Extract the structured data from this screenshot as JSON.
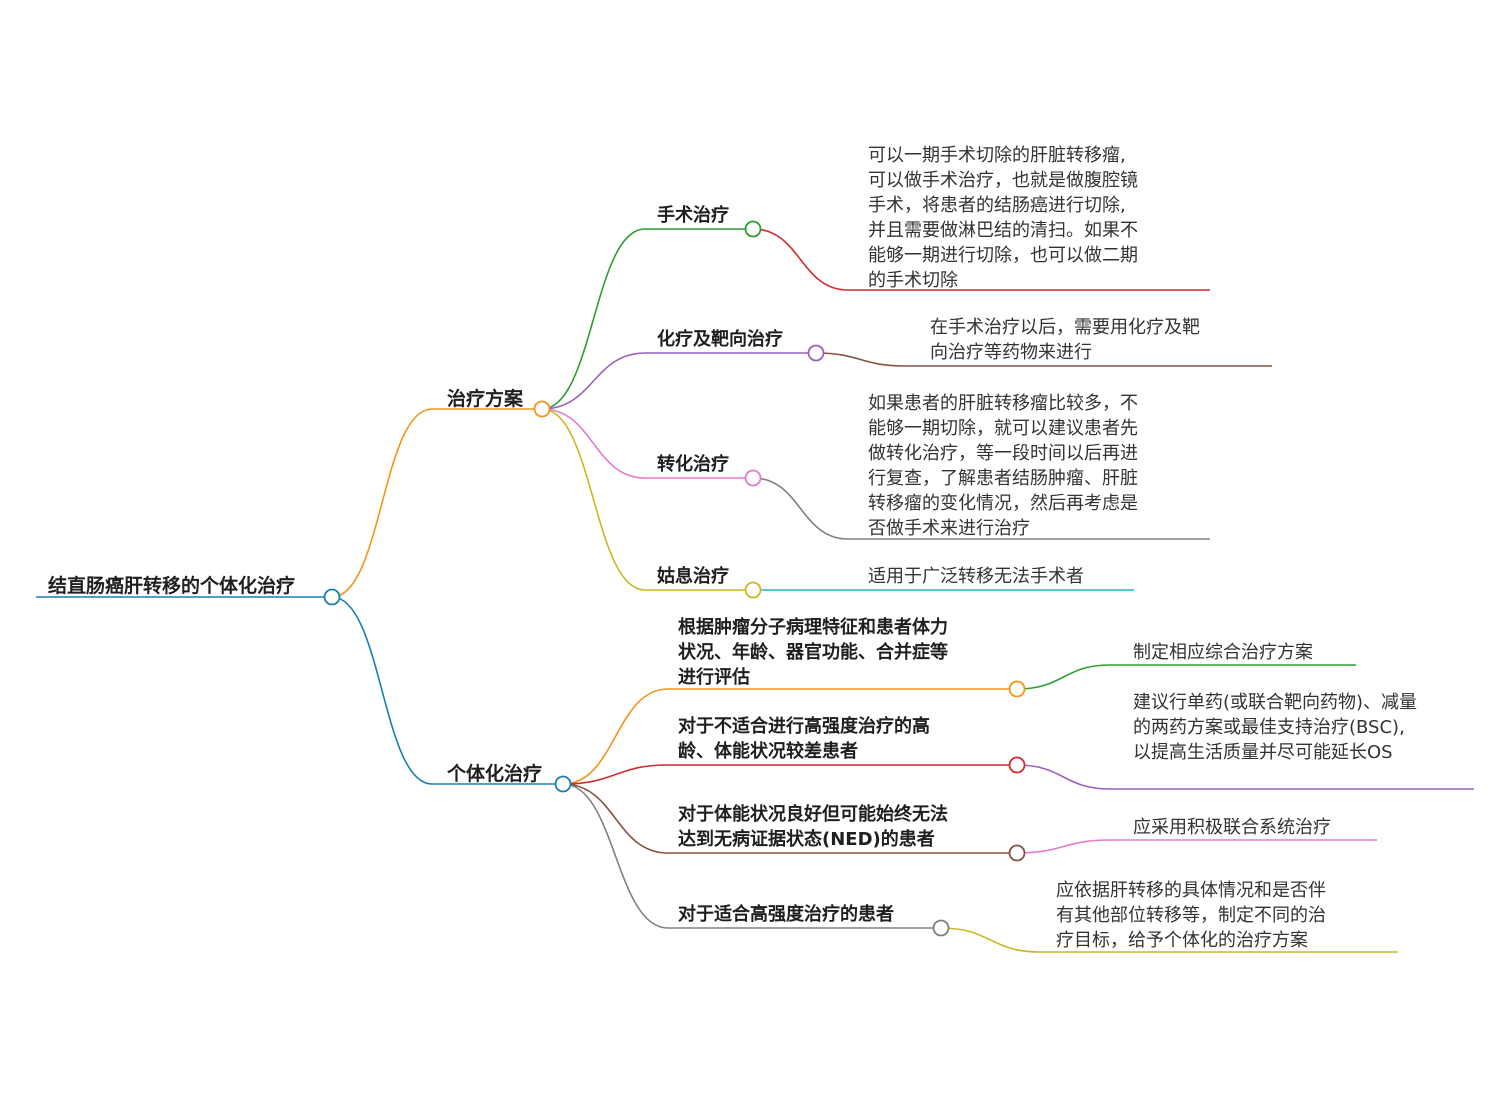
{
  "root": {
    "label": "结直肠癌肝转移的个体化治疗",
    "color": "#1a7fb0"
  },
  "branches": [
    {
      "label": "治疗方案",
      "color": "#f2941a",
      "children": [
        {
          "label_lines": [
            "手术治疗"
          ],
          "color": "#2e9e32",
          "leaf": {
            "lines": [
              "可以一期手术切除的肝脏转移瘤,",
              "可以做手术治疗，也就是做腹腔镜",
              "手术，将患者的结肠癌进行切除,",
              "并且需要做淋巴结的清扫。如果不",
              "能够一期进行切除，也可以做二期",
              "的手术切除"
            ],
            "color": "#d42a2a"
          }
        },
        {
          "label_lines": [
            "化疗及靶向治疗"
          ],
          "color": "#9b5fc0",
          "leaf": {
            "lines": [
              "在手术治疗以后，需要用化疗及靶",
              "向治疗等药物来进行"
            ],
            "color": "#8a5040"
          }
        },
        {
          "label_lines": [
            "转化治疗"
          ],
          "color": "#e27ad0",
          "leaf": {
            "lines": [
              "如果患者的肝脏转移瘤比较多，不",
              "能够一期切除，就可以建议患者先",
              "做转化治疗，等一段时间以后再进",
              "行复查，了解患者结肠肿瘤、肝脏",
              "转移瘤的变化情况，然后再考虑是",
              "否做手术来进行治疗"
            ],
            "color": "#808080"
          }
        },
        {
          "label_lines": [
            "姑息治疗"
          ],
          "color": "#c9b820",
          "leaf": {
            "lines": [
              "适用于广泛转移无法手术者"
            ],
            "color": "#22b6c8"
          }
        }
      ]
    },
    {
      "label": "个体化治疗",
      "color": "#1a7fb0",
      "children": [
        {
          "label_lines": [
            "根据肿瘤分子病理特征和患者体力",
            "状况、年龄、器官功能、合并症等",
            "进行评估"
          ],
          "color": "#f2941a",
          "leaf": {
            "lines": [
              "制定相应综合治疗方案"
            ],
            "color": "#2e9e32"
          }
        },
        {
          "label_lines": [
            "对于不适合进行高强度治疗的高",
            "龄、体能状况较差患者"
          ],
          "color": "#d42a2a",
          "leaf": {
            "lines": [
              "建议行单药(或联合靶向药物)、减量",
              "的两药方案或最佳支持治疗(BSC),",
              "以提高生活质量并尽可能延长OS"
            ],
            "color": "#9b5fc0"
          }
        },
        {
          "label_lines": [
            "对于体能状况良好但可能始终无法",
            "达到无病证据状态(NED)的患者"
          ],
          "color": "#8a5040",
          "leaf": {
            "lines": [
              "应采用积极联合系统治疗"
            ],
            "color": "#e27ad0"
          }
        },
        {
          "label_lines": [
            "对于适合高强度治疗的患者"
          ],
          "color": "#808080",
          "leaf": {
            "lines": [
              "应依据肝转移的具体情况和是否伴",
              "有其他部位转移等，制定不同的治",
              "疗目标，给予个体化的治疗方案"
            ],
            "color": "#c9b820"
          }
        }
      ]
    }
  ]
}
